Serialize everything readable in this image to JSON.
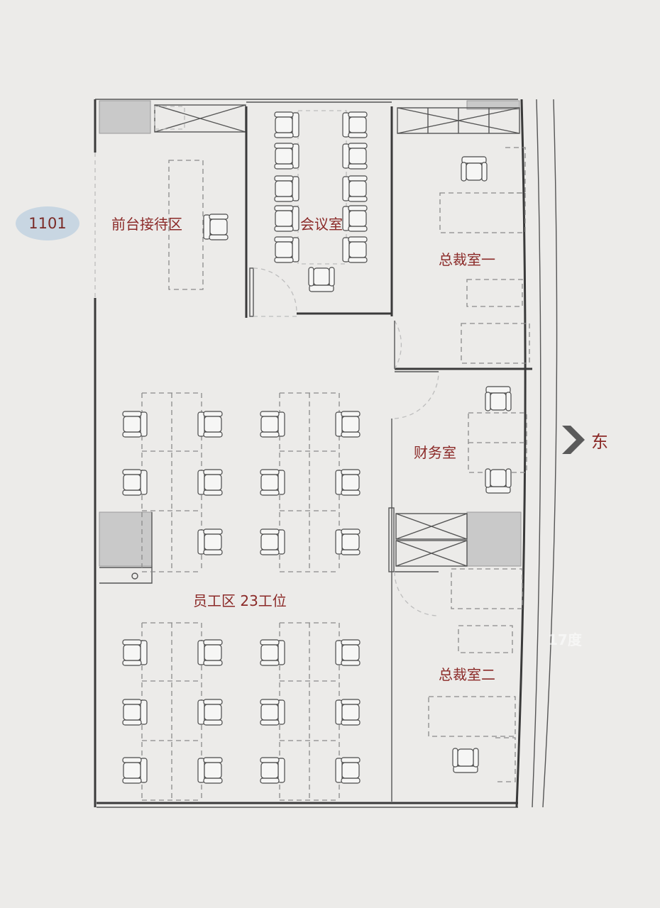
{
  "unit_number": "1101",
  "rooms": {
    "reception": "前台接待区",
    "meeting": "会议室",
    "ceo_office_1": "总裁室一",
    "finance": "财务室",
    "staff_area": "员工区 23工位",
    "ceo_office_2": "总裁室二"
  },
  "compass": {
    "east_label": "东"
  },
  "watermark": "17度",
  "colors": {
    "label": "#8b2a28",
    "badge": "#c8d6e2",
    "background": "#ecebe9"
  }
}
